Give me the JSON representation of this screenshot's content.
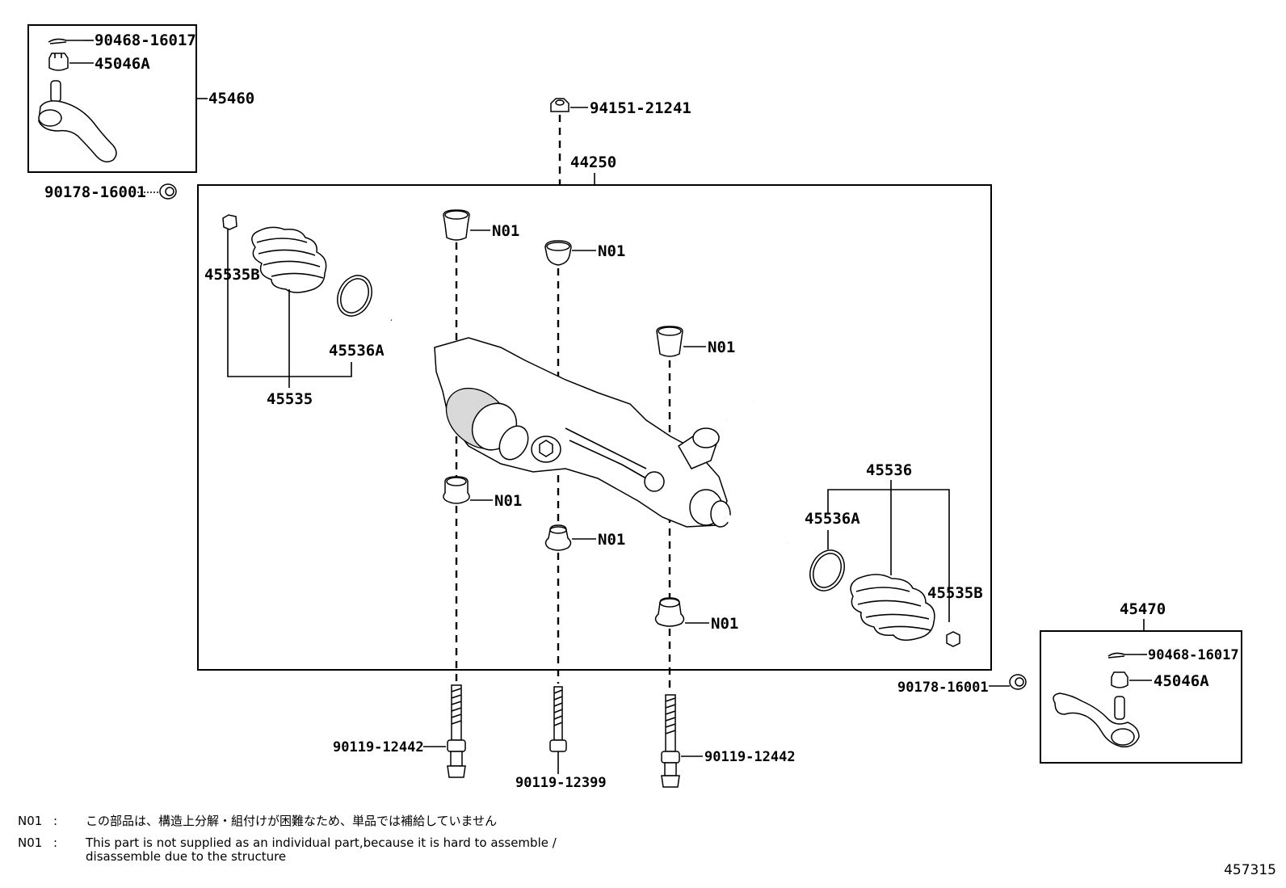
{
  "labels": {
    "p90468_tl": "90468-16017",
    "p45046A_tl": "45046A",
    "p45460": "45460",
    "p90178_tl": "90178-16001",
    "p94151": "94151-21241",
    "p44250": "44250",
    "p45535B_l": "45535B",
    "p45536A_l": "45536A",
    "p45535": "45535",
    "n01_a": "N01",
    "n01_b": "N01",
    "n01_c": "N01",
    "n01_d": "N01",
    "n01_e": "N01",
    "n01_f": "N01",
    "p45536": "45536",
    "p45536A_r": "45536A",
    "p45535B_r": "45535B",
    "p45470": "45470",
    "p90178_br": "90178-16001",
    "p90468_br": "90468-16017",
    "p45046A_br": "45046A",
    "p90119_l": "90119-12442",
    "p90119_m": "90119-12399",
    "p90119_r": "90119-12442"
  },
  "notes": [
    {
      "key": "N01",
      "colon": ":",
      "text": "この部品は、構造上分解・組付けが困難なため、単品では補給していません"
    },
    {
      "key": "N01",
      "colon": ":",
      "text": "This part is not supplied as an individual part,because it is hard to assemble / disassemble due to the structure"
    }
  ],
  "diagram_id": "457315"
}
